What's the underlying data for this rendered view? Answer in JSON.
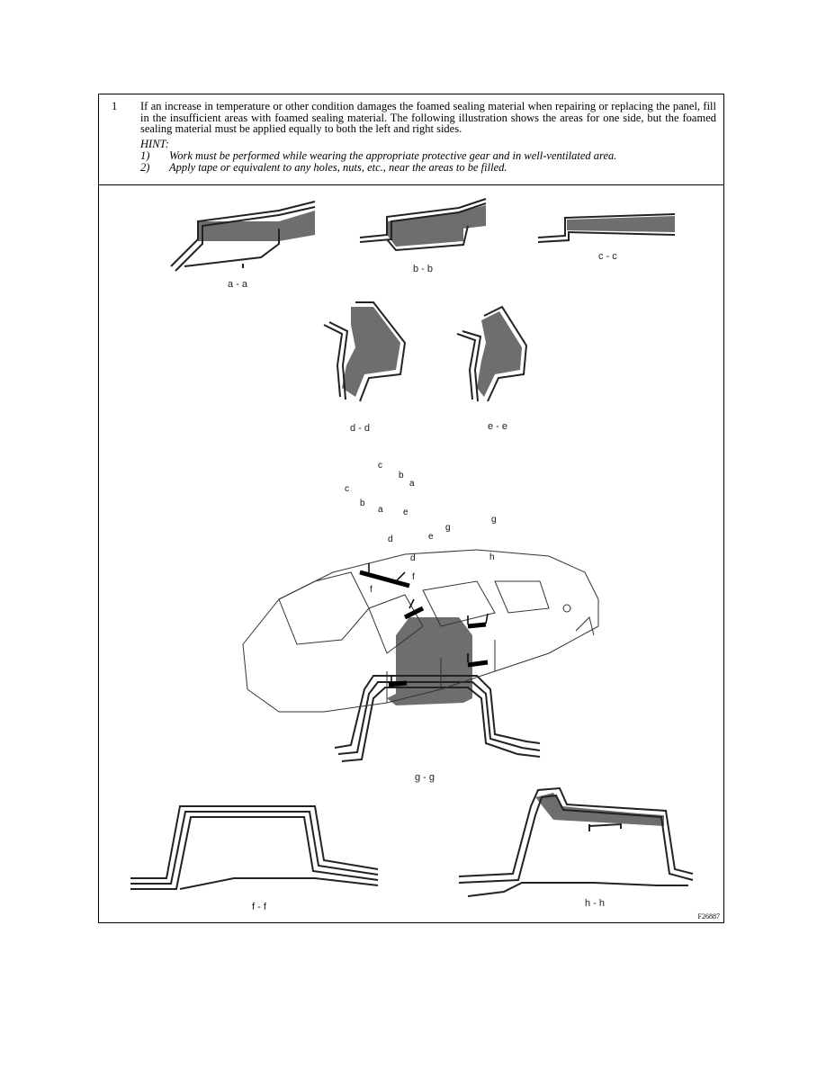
{
  "step": {
    "number": "1",
    "text": "If an increase in temperature or other condition damages the foamed sealing material when repairing or replacing the panel, fill in the insufficient areas with foamed sealing material. The following illustration shows the areas for one side, but the foamed sealing material must be applied equally to both the left and right sides.",
    "hint_label": "HINT:",
    "hints": [
      {
        "num": "1)",
        "text": "Work must be performed while wearing the appropriate protective gear and in well-ventilated area."
      },
      {
        "num": "2)",
        "text": "Apply tape or equivalent to any holes, nuts, etc., near the areas to be filled."
      }
    ]
  },
  "figure": {
    "id": "F26887",
    "section_labels": [
      "a - a",
      "b - b",
      "c - c",
      "d - d",
      "e - e",
      "g - g",
      "f - f",
      "h - h"
    ],
    "callouts": [
      "c",
      "b",
      "a",
      "c",
      "b",
      "a",
      "e",
      "d",
      "e",
      "d",
      "g",
      "g",
      "h",
      "f",
      "f"
    ]
  },
  "colors": {
    "foam_fill": "#6e6e6e",
    "panel_line": "#222222",
    "background": "#ffffff"
  }
}
